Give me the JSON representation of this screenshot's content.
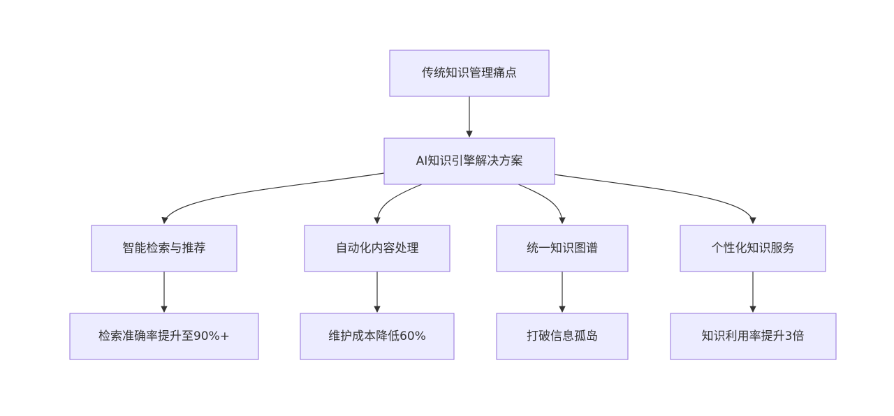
{
  "diagram": {
    "type": "flowchart",
    "nodes": {
      "root": "传统知识管理痛点",
      "solution": "AI知识引擎解决方案",
      "search": "智能检索与推荐",
      "automation": "自动化内容处理",
      "graph": "统一知识图谱",
      "personal": "个性化知识服务",
      "accuracy": "检索准确率提升至90%+",
      "cost": "维护成本降低60%",
      "silo": "打破信息孤岛",
      "usage": "知识利用率提升3倍"
    },
    "edges": [
      [
        "root",
        "solution"
      ],
      [
        "solution",
        "search"
      ],
      [
        "solution",
        "automation"
      ],
      [
        "solution",
        "graph"
      ],
      [
        "solution",
        "personal"
      ],
      [
        "search",
        "accuracy"
      ],
      [
        "automation",
        "cost"
      ],
      [
        "graph",
        "silo"
      ],
      [
        "personal",
        "usage"
      ]
    ],
    "colors": {
      "node_fill": "#ececff",
      "node_border": "#9370db",
      "text": "#333333",
      "edge": "#333333"
    }
  }
}
